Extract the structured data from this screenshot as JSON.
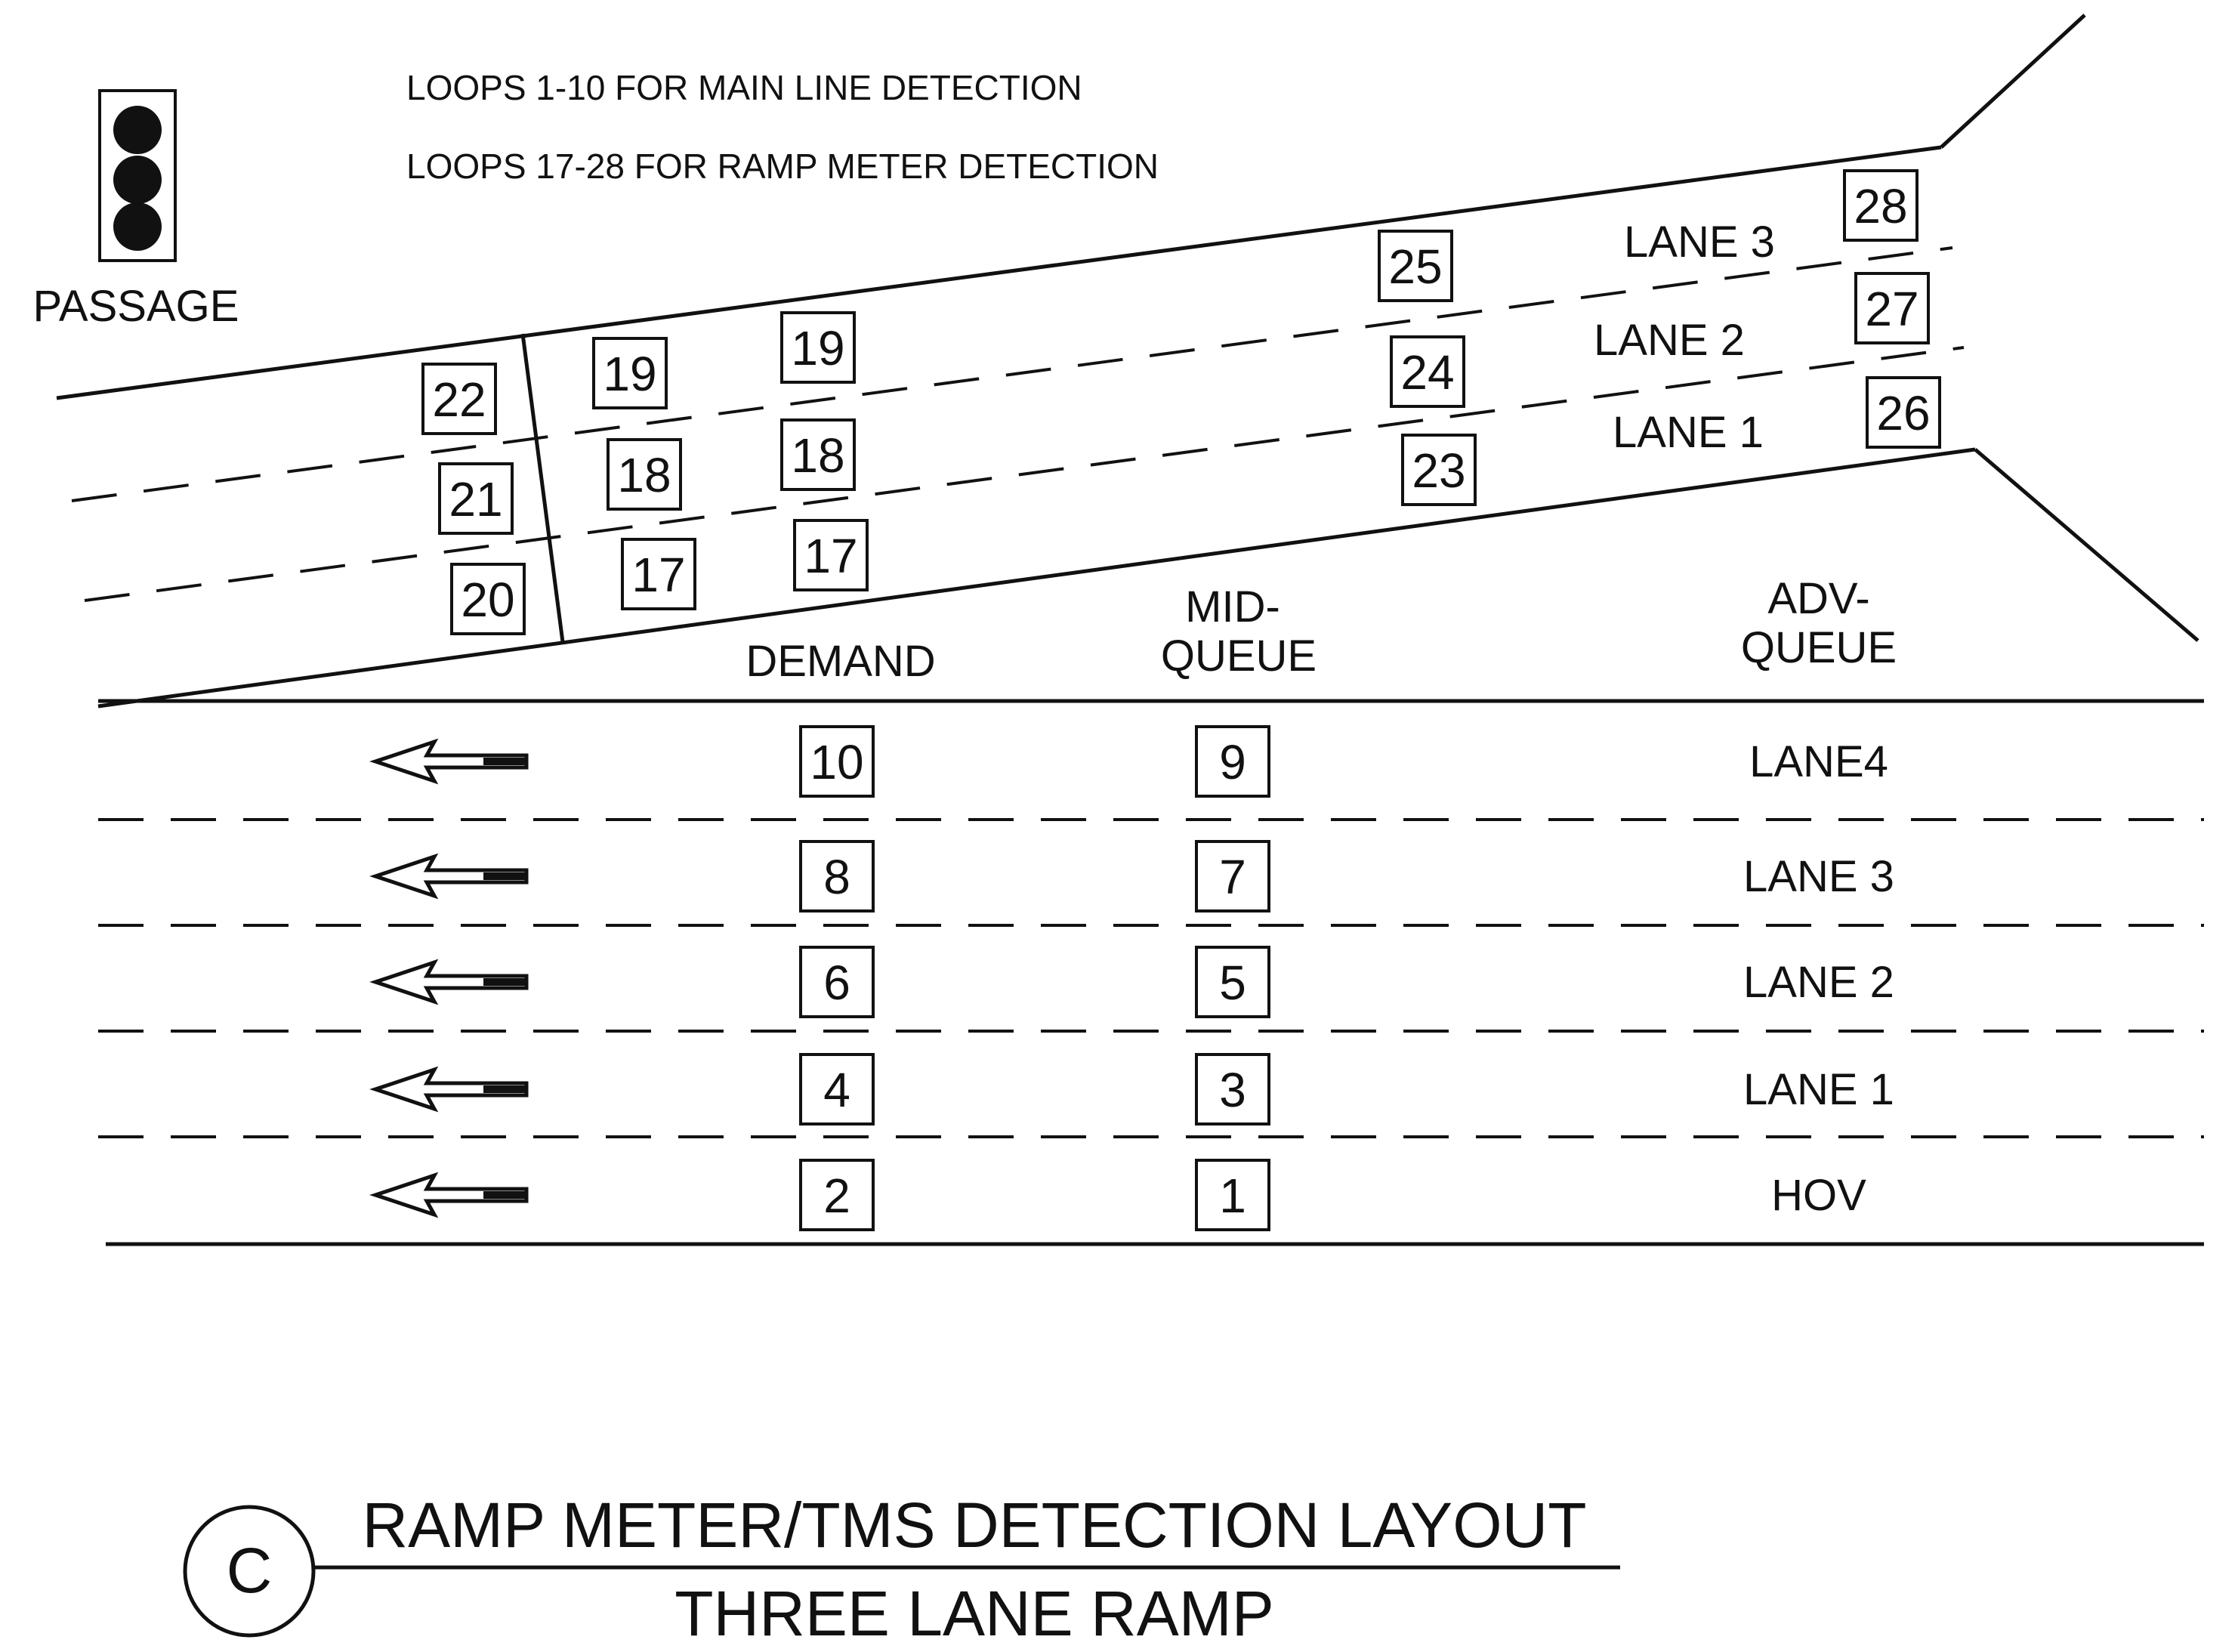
{
  "notes": {
    "mainline": "LOOPS 1-10 FOR MAIN LINE DETECTION",
    "ramp": "LOOPS 17-28 FOR RAMP METER DETECTION"
  },
  "signal": {
    "label": "PASSAGE",
    "icon": "traffic-signal-icon"
  },
  "ramp": {
    "lane_labels": [
      "LANE 3",
      "LANE 2",
      "LANE 1"
    ],
    "loops": [
      "22",
      "21",
      "20",
      "19",
      "18",
      "17",
      "19",
      "18",
      "17",
      "25",
      "24",
      "23",
      "28",
      "27",
      "26"
    ]
  },
  "mainline": {
    "headers": [
      "DEMAND",
      "MID-",
      "QUEUE",
      "ADV-",
      "QUEUE"
    ],
    "lanes": [
      {
        "label": "LANE4",
        "demand": "10",
        "mid": "9"
      },
      {
        "label": "LANE 3",
        "demand": "8",
        "mid": "7"
      },
      {
        "label": "LANE 2",
        "demand": "6",
        "mid": "5"
      },
      {
        "label": "LANE 1",
        "demand": "4",
        "mid": "3"
      },
      {
        "label": "HOV",
        "demand": "2",
        "mid": "1"
      }
    ],
    "arrow_icon": "left-arrow-icon"
  },
  "title_block": {
    "letter": "C",
    "line1": "RAMP METER/TMS DETECTION LAYOUT",
    "line2": "THREE LANE RAMP"
  }
}
